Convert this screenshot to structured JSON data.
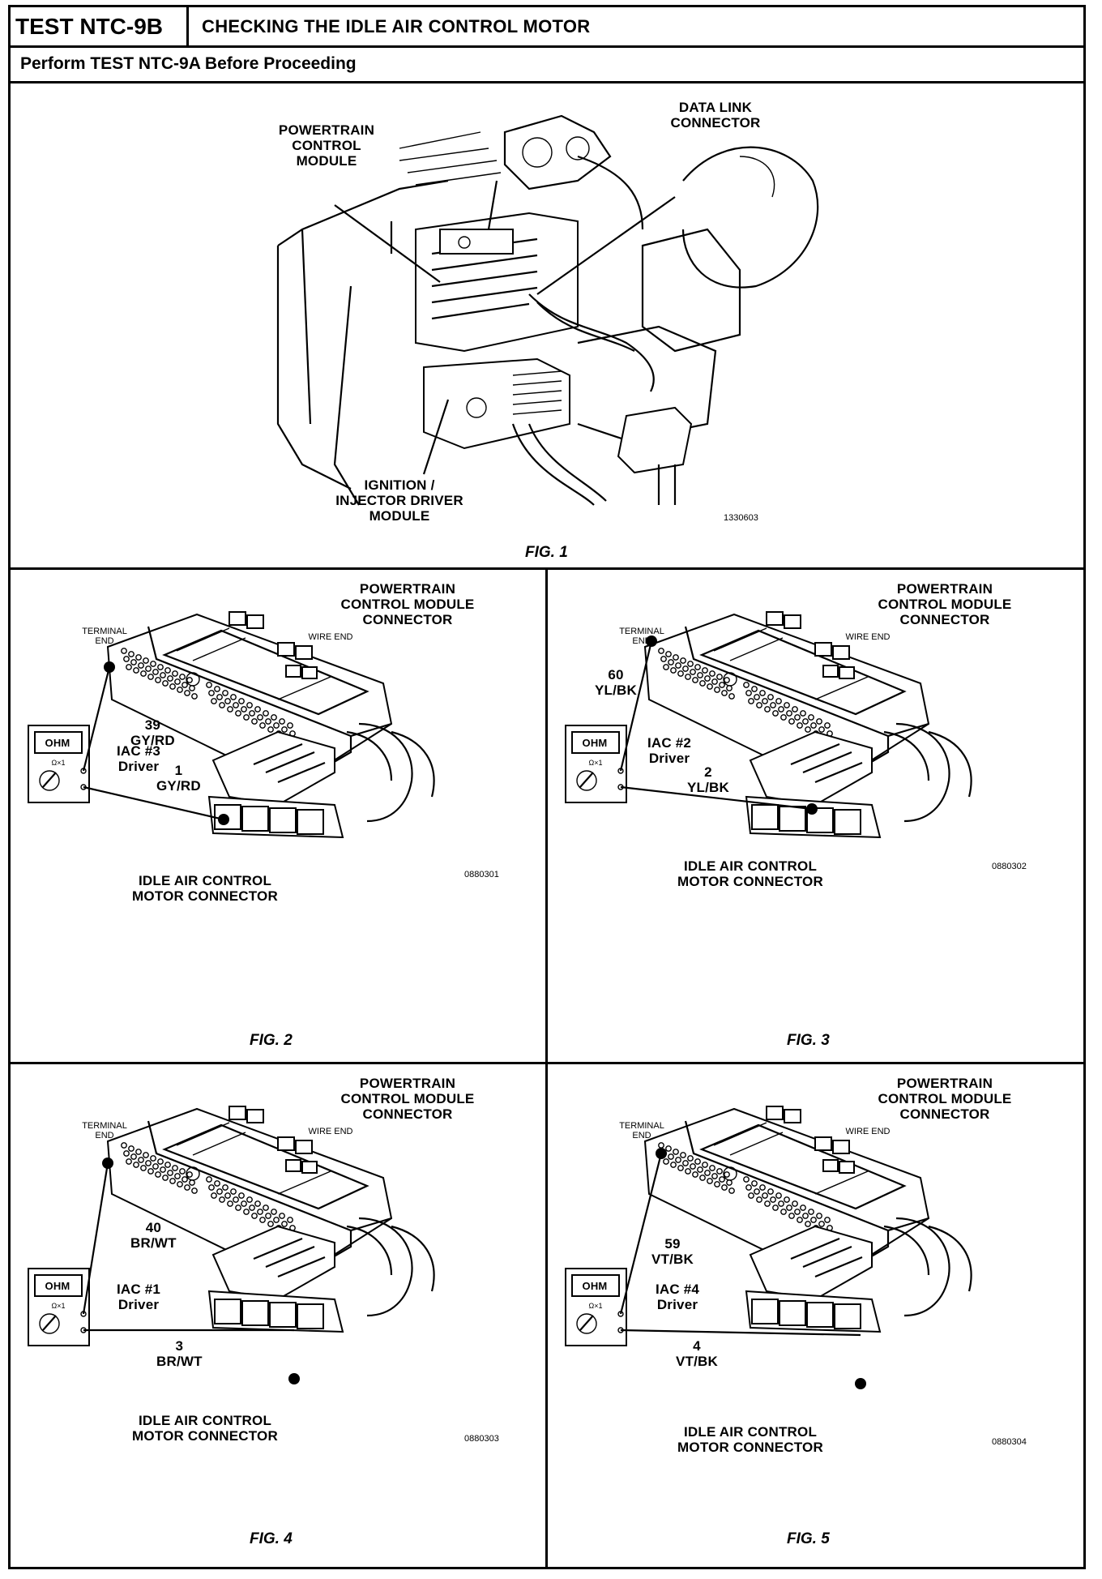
{
  "header": {
    "test_id": "TEST NTC-9B",
    "title": "CHECKING THE IDLE AIR CONTROL MOTOR"
  },
  "subheader": "Perform TEST NTC-9A Before Proceeding",
  "fig1": {
    "pcm_label": "POWERTRAIN CONTROL MODULE",
    "dlc_label": "DATA LINK CONNECTOR",
    "idm_label": "IGNITION / INJECTOR DRIVER MODULE",
    "code": "1330603",
    "caption": "FIG. 1"
  },
  "common": {
    "pcm_connector_label": "POWERTRAIN CONTROL MODULE CONNECTOR",
    "terminal_end": "TERMINAL END",
    "wire_end": "WIRE END",
    "iac_connector_label": "IDLE AIR CONTROL MOTOR CONNECTOR",
    "meter_label": "OHM",
    "meter_range": "Ω×1"
  },
  "figs": [
    {
      "pcm_pin": "39",
      "pcm_wire": "GY/RD",
      "driver": "IAC #3 Driver",
      "iac_pin": "1",
      "iac_wire": "GY/RD",
      "code": "0880301",
      "caption": "FIG. 2"
    },
    {
      "pcm_pin": "60",
      "pcm_wire": "YL/BK",
      "driver": "IAC #2 Driver",
      "iac_pin": "2",
      "iac_wire": "YL/BK",
      "code": "0880302",
      "caption": "FIG. 3"
    },
    {
      "pcm_pin": "40",
      "pcm_wire": "BR/WT",
      "driver": "IAC #1 Driver",
      "iac_pin": "3",
      "iac_wire": "BR/WT",
      "code": "0880303",
      "caption": "FIG. 4"
    },
    {
      "pcm_pin": "59",
      "pcm_wire": "VT/BK",
      "driver": "IAC #4 Driver",
      "iac_pin": "4",
      "iac_wire": "VT/BK",
      "code": "0880304",
      "caption": "FIG. 5"
    }
  ]
}
